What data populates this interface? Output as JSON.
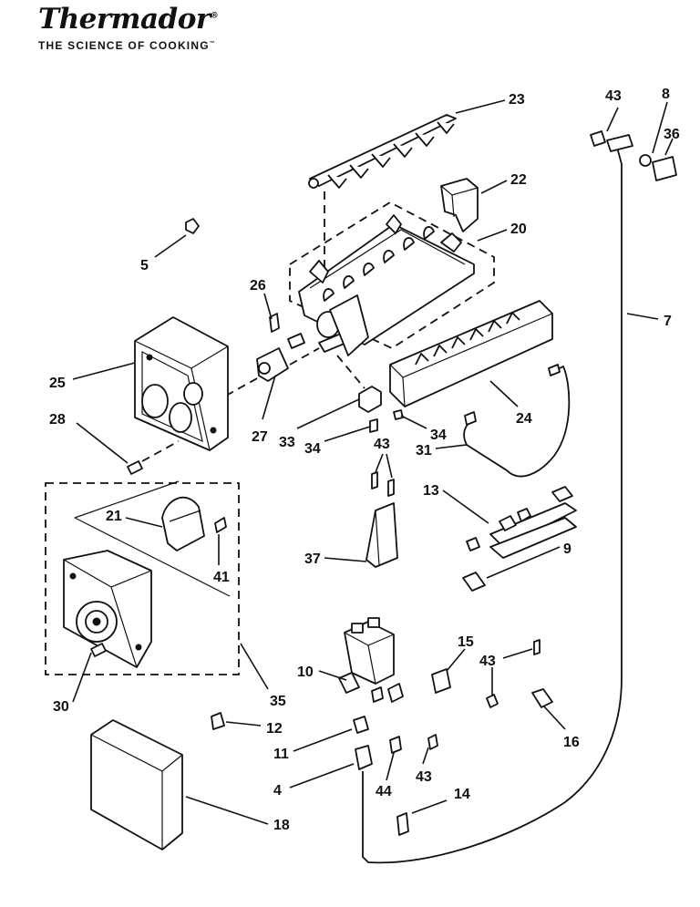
{
  "header": {
    "brand_name": "Thermador",
    "brand_mark": "®",
    "tagline": "THE SCIENCE OF COOKING",
    "tagline_mark": "™"
  },
  "callouts": [
    "23",
    "43",
    "8",
    "36",
    "22",
    "20",
    "5",
    "26",
    "7",
    "25",
    "24",
    "27",
    "33",
    "34",
    "34",
    "28",
    "31",
    "43",
    "13",
    "21",
    "41",
    "37",
    "9",
    "15",
    "10",
    "43",
    "30",
    "35",
    "12",
    "16",
    "11",
    "43",
    "4",
    "44",
    "14",
    "18"
  ]
}
